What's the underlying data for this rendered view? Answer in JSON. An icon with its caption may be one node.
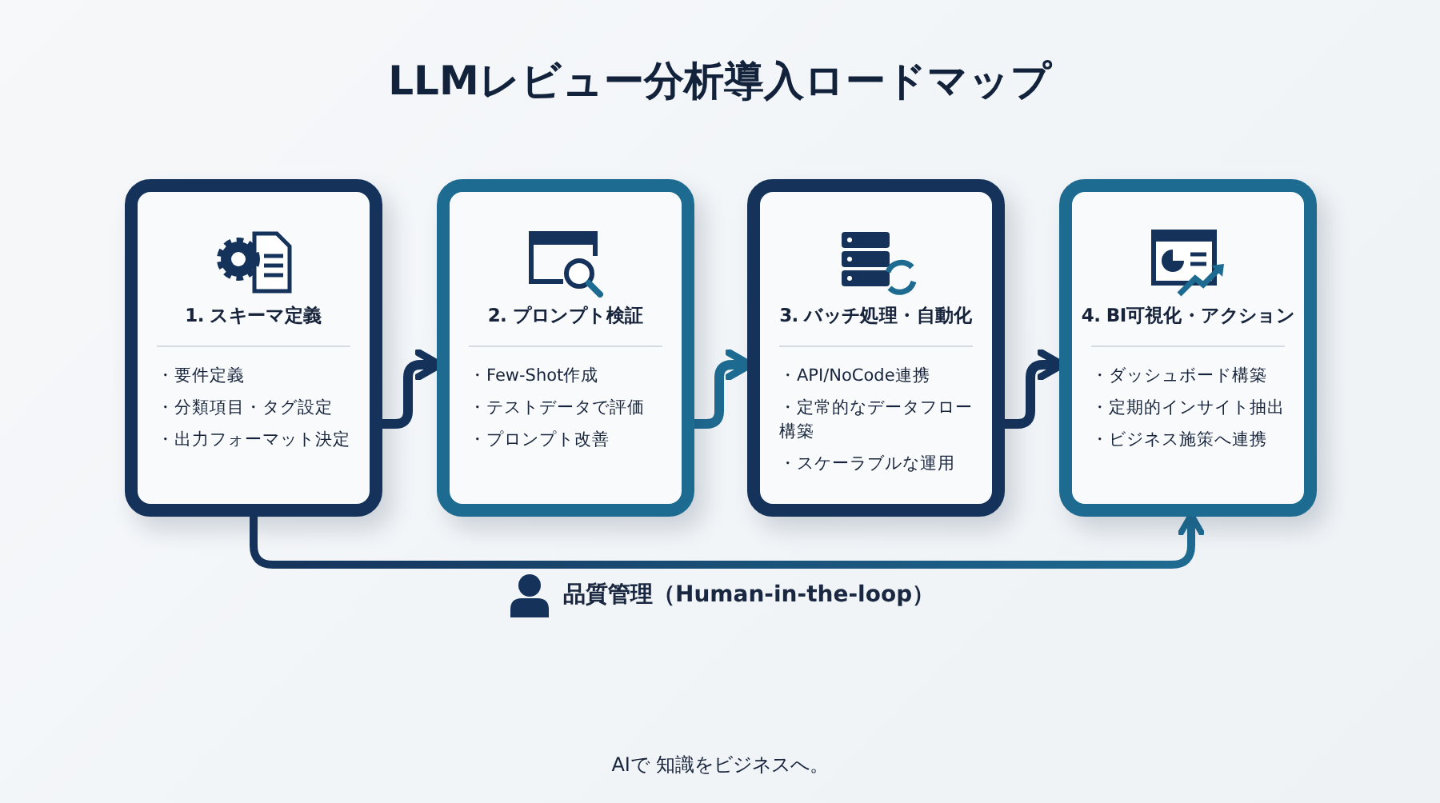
{
  "diagram": {
    "title": "LLMレビュー分析導入ロードマップ",
    "nodes": [
      {
        "text": [
          "1. スキーマ定義",
          "・要件定義",
          "・分類項目・タグ設定",
          "・出力フォーマット決定"
        ]
      },
      {
        "text": [
          "2. プロンプト検証",
          "・Few-Shot作成",
          "・テストデータで評価",
          "・プロンプト改善"
        ]
      },
      {
        "text": [
          "3. バッチ処理・自動化",
          "・API/NoCode連携",
          "・定常的なデータフロー構築",
          "・スケーラブルな運用"
        ]
      },
      {
        "text": [
          "4. BI可視化・アクション",
          "・ダッシュボード構築",
          "・定期的インサイト抽出",
          "・ビジネス施策へ連携"
        ]
      }
    ],
    "edges": [
      {
        "from": 0,
        "to": 1,
        "arrow": "to"
      },
      {
        "from": 1,
        "to": 2,
        "arrow": "to"
      },
      {
        "from": 2,
        "to": 3,
        "arrow": "to"
      },
      {
        "from": 0,
        "to": 3,
        "arrow": "to",
        "label": "品質管理（Human-in-the-loop）",
        "style": "thick"
      }
    ],
    "labels": [
      "AIで 知識をビジネスへ。"
    ]
  }
}
